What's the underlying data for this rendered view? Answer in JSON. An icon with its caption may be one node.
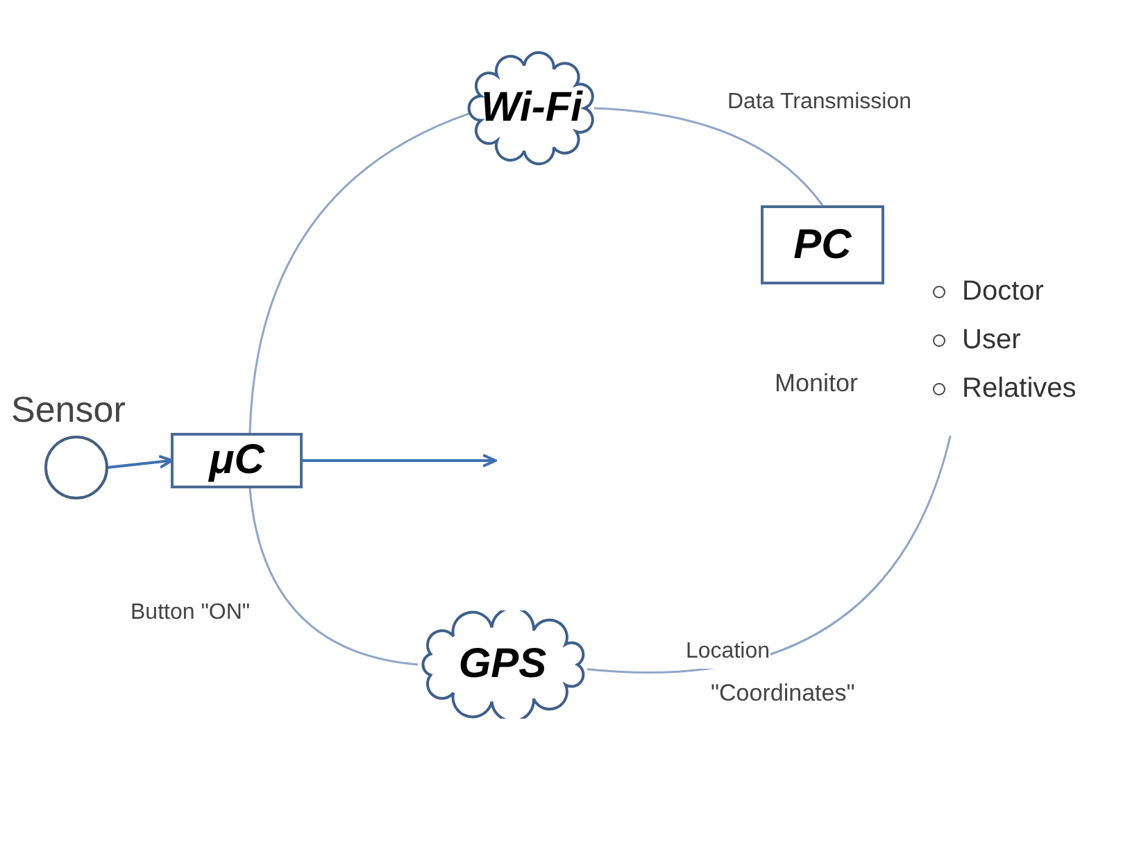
{
  "diagram": {
    "nodes": [
      {
        "text": [
          "Sensor"
        ]
      },
      {
        "text": [
          "μC"
        ]
      },
      {
        "text": [
          "Wi-Fi"
        ]
      },
      {
        "text": [
          "PC"
        ],
        "beside": [
          "Monitor"
        ]
      },
      {
        "text": [
          "Doctor",
          "User",
          "Relatives"
        ]
      },
      {
        "text": [
          "GPS"
        ]
      }
    ],
    "edges": [
      {
        "from": 0,
        "to": 1,
        "arrow": "to"
      },
      {
        "from": 1,
        "to": null,
        "arrow": "to"
      },
      {
        "from": 1,
        "to": 2,
        "arrow": "none"
      },
      {
        "from": 2,
        "to": 3,
        "label": "Data Transmission",
        "arrow": "none"
      },
      {
        "from": 1,
        "to": 5,
        "label": "Button \"ON\"",
        "arrow": "none"
      },
      {
        "from": 5,
        "to": 4,
        "label": "Location",
        "arrow": "none"
      }
    ],
    "labels": [
      "\"Coordinates\""
    ]
  }
}
